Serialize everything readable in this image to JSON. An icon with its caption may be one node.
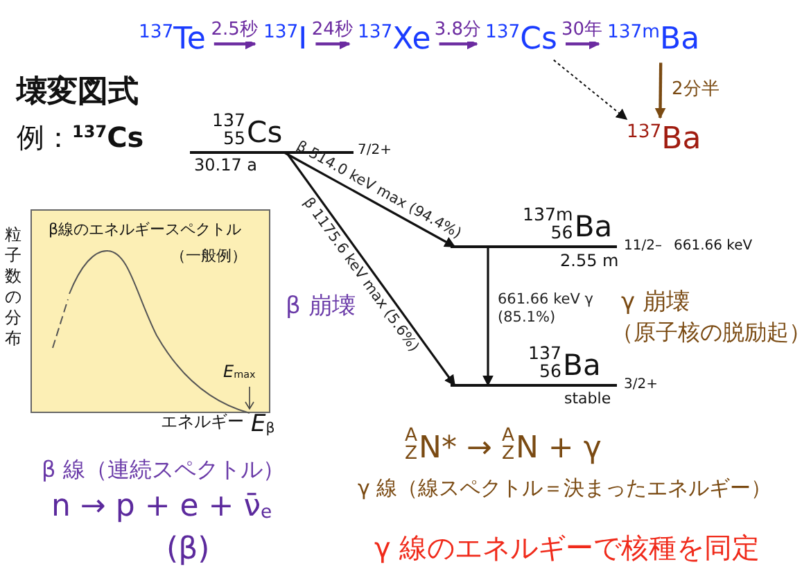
{
  "diagram": {
    "title": "壊変図式",
    "nodes": [
      {
        "text": [
          "$^{137}$Te"
        ]
      },
      {
        "text": [
          "$^{137}$I"
        ]
      },
      {
        "text": [
          "$^{137}$Xe"
        ]
      },
      {
        "text": [
          "$^{137}$Cs"
        ]
      },
      {
        "text": [
          "$^{137m}$Ba"
        ]
      },
      {
        "text": [
          "$^{137}$Ba"
        ]
      },
      {
        "text": [
          "$^{137}$$_{55}$Cs"
        ],
        "beside": [
          "30.17 a",
          "7/2+"
        ]
      },
      {
        "text": [
          "$^{137m}$$_{56}$Ba"
        ],
        "beside": [
          "2.55 m",
          "11/2–",
          "661.66 keV"
        ]
      },
      {
        "text": [
          "$^{137}$$_{56}$Ba"
        ],
        "beside": [
          "stable",
          "3/2+"
        ]
      },
      {
        "text": [
          "β線のエネルギースペクトル",
          "（一般例）",
          "*E*$_{max}$"
        ]
      }
    ],
    "edges": [
      {
        "from": 0,
        "to": 1,
        "arrow": "to",
        "label": "2.5秒",
        "color": "#6b2aa0"
      },
      {
        "from": 1,
        "to": 2,
        "arrow": "to",
        "label": "24秒",
        "color": "#6b2aa0"
      },
      {
        "from": 2,
        "to": 3,
        "arrow": "to",
        "label": "3.8分",
        "color": "#6b2aa0"
      },
      {
        "from": 3,
        "to": 4,
        "arrow": "to",
        "label": "30年",
        "color": "#6b2aa0"
      },
      {
        "from": 4,
        "to": 5,
        "arrow": "to",
        "label": "2分半",
        "color": "#7a4a12"
      },
      {
        "from": 3,
        "to": 5,
        "arrow": "to",
        "style": "dashed",
        "color": "#111111"
      },
      {
        "from": 6,
        "to": 7,
        "arrow": "to",
        "label": "β 514.0 keV max (94.4%)",
        "color": "#111111"
      },
      {
        "from": 6,
        "to": 8,
        "arrow": "to",
        "label": "β 1175.6 keV max (5.6%)",
        "color": "#111111"
      },
      {
        "from": 7,
        "to": 8,
        "arrow": "to",
        "label": "661.66 keV γ (85.1%)",
        "color": "#111111"
      }
    ],
    "labels": [
      "例：$^{137}$**Cs**",
      "粒子数の分布",
      "β 崩壊",
      "γ 崩壊",
      "（原子核の脱励起）",
      "エネルギー",
      "*E*$_{β}$",
      "$^{A}$$_{Z}$N* → $^{A}$$_{Z}$N + γ",
      "β 線（連続スペクトル）",
      "γ 線（線スペクトル＝決まったエネルギー）",
      "n → p + e + ν̄$_{e}$",
      "(β)",
      "γ 線のエネルギーで核種を同定"
    ]
  }
}
